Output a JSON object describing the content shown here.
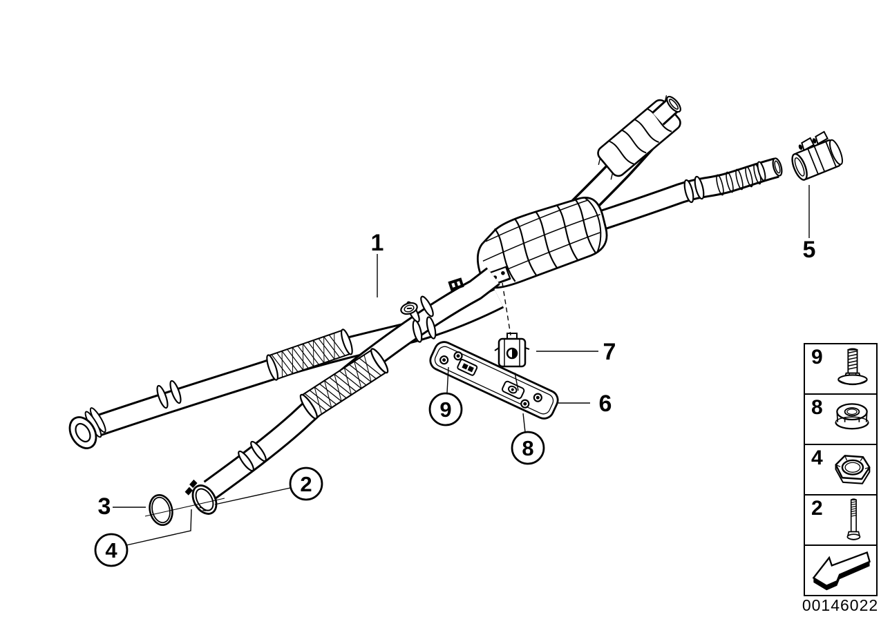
{
  "colors": {
    "line": "#000000",
    "background": "#ffffff"
  },
  "diagram": {
    "callouts": [
      {
        "label": "1",
        "style": "plain"
      },
      {
        "label": "2",
        "style": "circled"
      },
      {
        "label": "3",
        "style": "plain"
      },
      {
        "label": "4",
        "style": "circled"
      },
      {
        "label": "5",
        "style": "plain"
      },
      {
        "label": "6",
        "style": "plain"
      },
      {
        "label": "7",
        "style": "plain"
      },
      {
        "label": "8",
        "style": "circled"
      },
      {
        "label": "9",
        "style": "circled"
      }
    ]
  },
  "legend": {
    "items": [
      {
        "label": "9",
        "icon": "screw-with-washer-icon"
      },
      {
        "label": "8",
        "icon": "flange-nut-icon"
      },
      {
        "label": "4",
        "icon": "hex-nut-icon"
      },
      {
        "label": "2",
        "icon": "bolt-icon"
      }
    ],
    "arrow_icon": "direction-arrow-icon"
  },
  "footer": {
    "image_number": "00146022"
  }
}
